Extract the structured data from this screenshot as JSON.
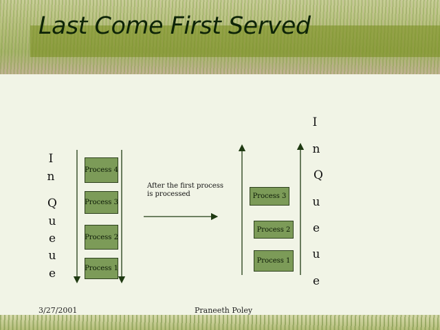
{
  "slide": {
    "title": "Last Come First Served",
    "left_queue_letters": [
      "I",
      "n",
      "Q",
      "u",
      "e",
      "u",
      "e"
    ],
    "right_queue_letters": [
      "I",
      "n",
      "Q",
      "u",
      "e",
      "u",
      "e"
    ],
    "left_processes": [
      "Process 4",
      "Process 3",
      "Process 2",
      "Process 1"
    ],
    "right_processes": [
      "Process 3",
      "Process 2",
      "Process 1"
    ],
    "transition_note": "After the first process is processed",
    "footer_date": "3/27/2001",
    "footer_author": "Praneeth Poley"
  },
  "colors": {
    "process_box": "#7c9b58",
    "background": "#f1f4e6",
    "title_text": "#0e2408"
  }
}
